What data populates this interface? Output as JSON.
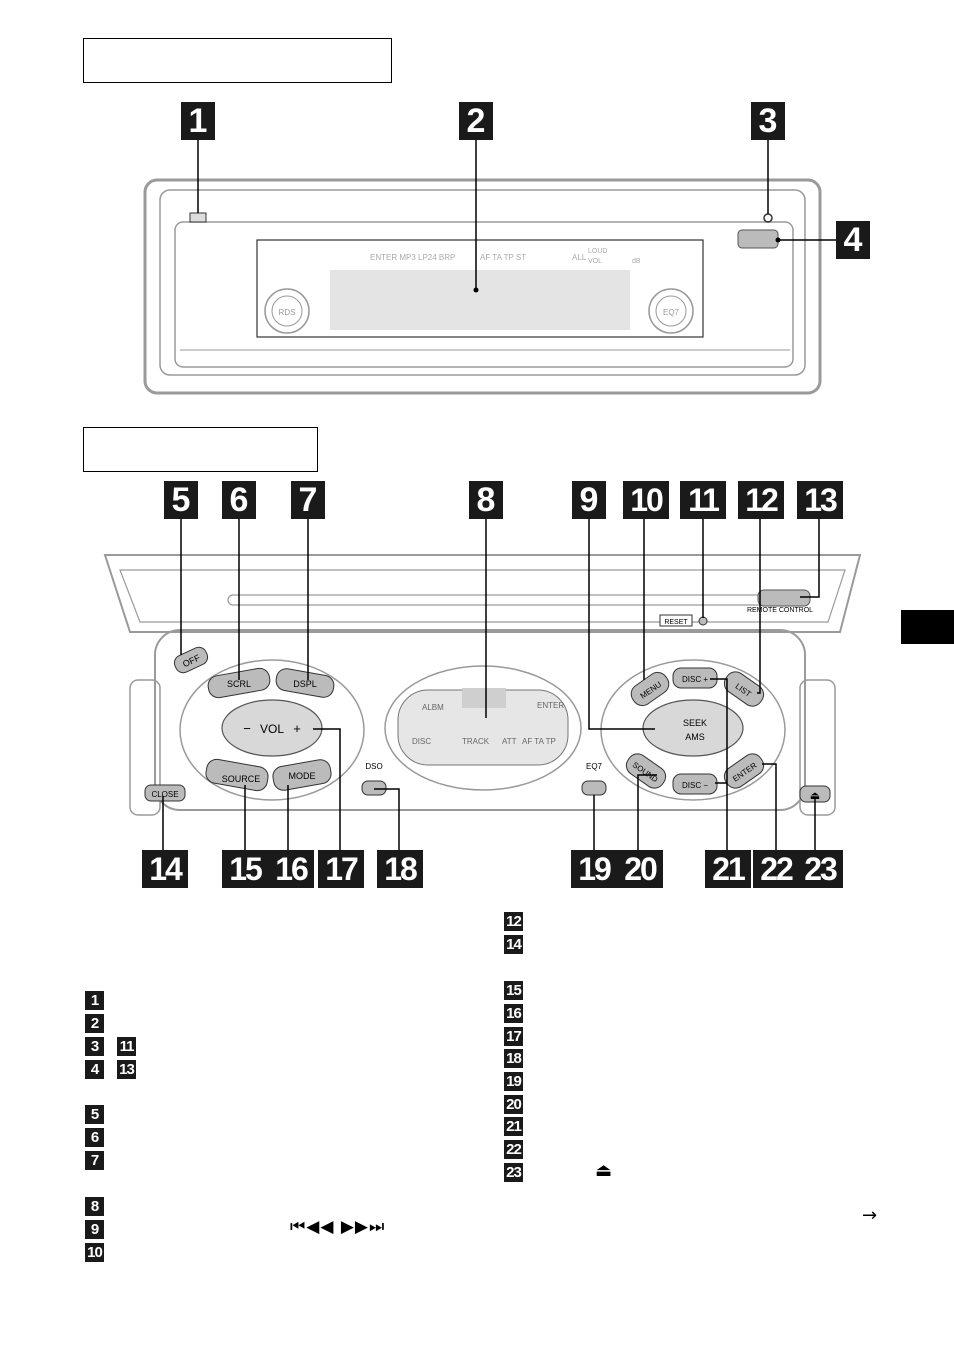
{
  "callouts": [
    "1",
    "2",
    "3",
    "4",
    "5",
    "6",
    "7",
    "8",
    "9",
    "10",
    "11",
    "12",
    "13",
    "14",
    "15",
    "16",
    "17",
    "18",
    "19",
    "20",
    "21",
    "22",
    "23"
  ],
  "panel_labels": {
    "off": "OFF",
    "scrl": "SCRL",
    "dspl": "DSPL",
    "vol": "VOL",
    "minus": "−",
    "plus": "+",
    "source": "SOURCE",
    "mode": "MODE",
    "close": "CLOSE",
    "dso": "DSO",
    "eq7": "EQ7",
    "menu": "MENU",
    "disc_plus": "DISC +",
    "list": "LIST",
    "seek": "SEEK",
    "ams": "AMS",
    "sound": "SOUND",
    "disc_minus": "DISC −",
    "enter": "ENTER",
    "reset": "RESET",
    "remote_control": "REMOTE CONTROL",
    "disp_alb": "ALBM",
    "disp_enter": "ENTER",
    "disp_disc": "DISC",
    "disp_track": "TRACK",
    "disp_att": "ATT",
    "disp_af": "AF TA TP",
    "top_disp_icons": "ENTER MP3 LP24 BRP",
    "top_disp_af": "AF TA TP ST",
    "top_disp_all": "ALL",
    "top_disp_loud": "LOUD",
    "top_disp_vol": "VOL",
    "top_disp_db": "dB",
    "top_disp_rds": "RDS",
    "top_disp_eq": "EQ7"
  },
  "legend_left": [
    "1",
    "2",
    "3",
    "11",
    "4",
    "13",
    "5",
    "6",
    "7",
    "8",
    "9",
    "10"
  ],
  "legend_right": [
    "12",
    "14",
    "15",
    "16",
    "17",
    "18",
    "19",
    "20",
    "21",
    "22",
    "23"
  ],
  "glyphs": {
    "eject": "⏏",
    "seek_symbols": "⏮◀◀ ▶▶⏭",
    "arrow": "→"
  },
  "colors": {
    "callout_bg": "#1a1a1a",
    "line": "#000000",
    "panel_stroke": "#8a8a8a"
  }
}
